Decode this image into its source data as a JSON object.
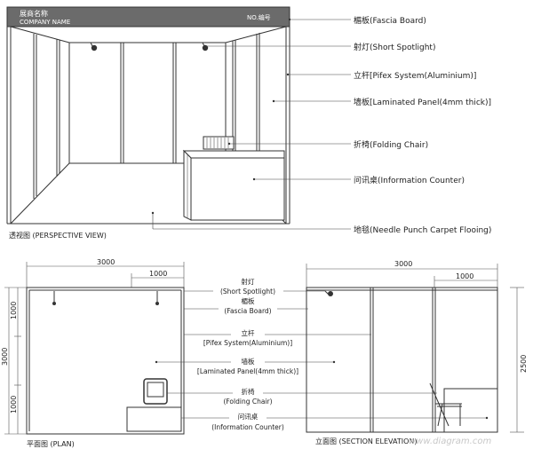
{
  "perspective": {
    "fascia_name_cn": "展商名称",
    "fascia_name_en": "COMPANY NAME",
    "fascia_no": "NO.编号",
    "view_title": "透视图 (PERSPECTIVE VIEW)"
  },
  "callouts": [
    {
      "cn": "楣板",
      "en": "(Fascia Board)"
    },
    {
      "cn": "射灯",
      "en": "(Short Spotlight)"
    },
    {
      "cn": "立杆",
      "en": "[Pifex System(Aluminium)]"
    },
    {
      "cn": "墙板",
      "en": "[Laminated Panel(4mm thick)]"
    },
    {
      "cn": "折椅",
      "en": "(Folding Chair)"
    },
    {
      "cn": "问讯桌",
      "en": "(Information Counter)"
    },
    {
      "cn": "地毯",
      "en": "(Needle Punch Carpet Flooing)"
    }
  ],
  "plan": {
    "dim_width": "3000",
    "dim_sub": "1000",
    "dim_depth": "3000",
    "dim_left_1": "1000",
    "dim_left_2": "1000",
    "title": "平面图 (PLAN)"
  },
  "center_labels": [
    {
      "cn": "射灯",
      "en": "(Short Spotlight)"
    },
    {
      "cn": "楣板",
      "en": "(Fascia Board)"
    },
    {
      "cn": "立杆",
      "en": "[Pifex System(Aluminium)]"
    },
    {
      "cn": "墙板",
      "en": "[Laminated Panel(4mm thick)]"
    },
    {
      "cn": "折椅",
      "en": "(Folding Chair)"
    },
    {
      "cn": "问讯桌",
      "en": "(Information Counter)"
    }
  ],
  "elevation": {
    "dim_width": "3000",
    "dim_sub": "1000",
    "dim_height": "2500",
    "title": "立面图 (SECTION ELEVATION)"
  },
  "watermark": "www.diagram.com"
}
